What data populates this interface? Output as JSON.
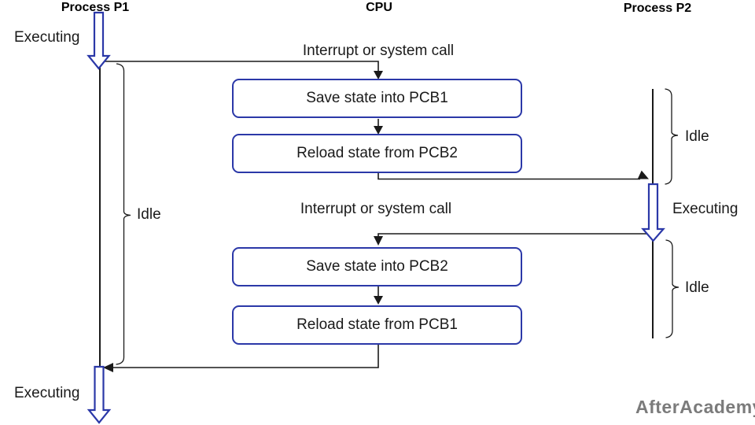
{
  "columns": {
    "p1": "Process P1",
    "cpu": "CPU",
    "p2": "Process P2"
  },
  "labels": {
    "executing_p1_start": "Executing",
    "executing_p2": "Executing",
    "executing_p1_end": "Executing",
    "idle_p1": "Idle",
    "idle_p2_first": "Idle",
    "idle_p2_second": "Idle",
    "interrupt_first": "Interrupt or system call",
    "interrupt_second": "Interrupt or system call"
  },
  "steps": [
    {
      "label": "Save state into PCB1"
    },
    {
      "label": "Reload state from PCB2"
    },
    {
      "label": "Save state into PCB2"
    },
    {
      "label": "Reload state from PCB1"
    }
  ],
  "watermark": "AfterAcademy",
  "colors": {
    "box_border": "#2b38a8",
    "arrow_stroke": "#2b38a8",
    "line": "#1a1a1a",
    "watermark": "#7b7b7b"
  }
}
